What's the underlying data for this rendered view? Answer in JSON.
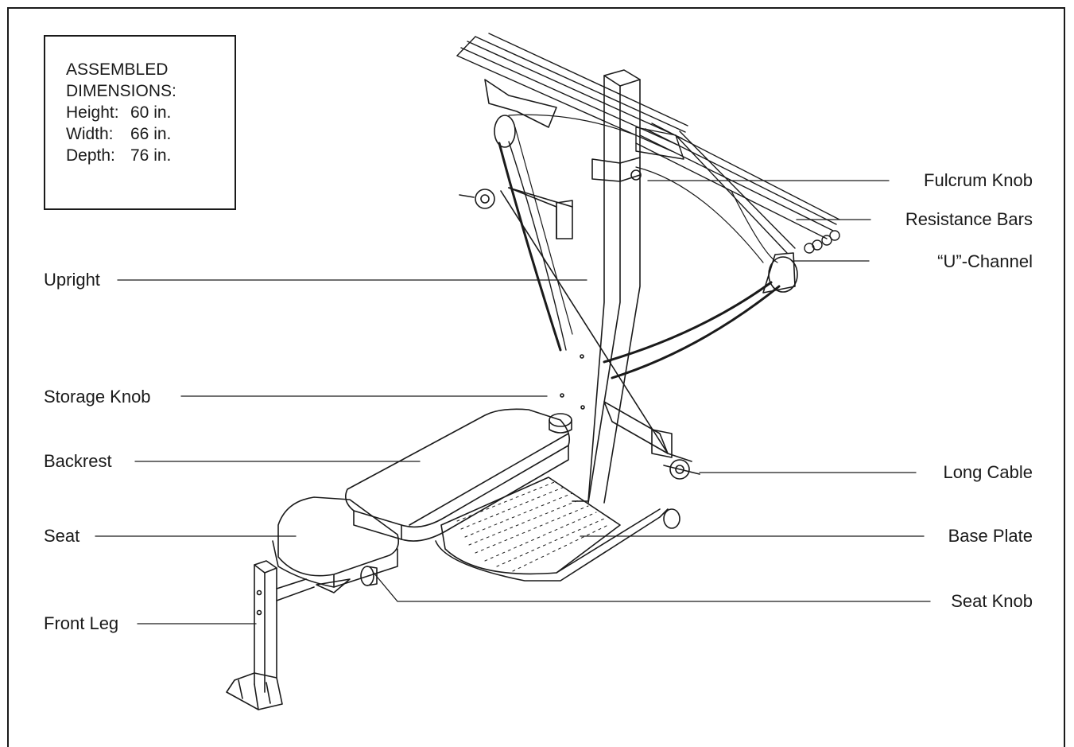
{
  "dimensions_box": {
    "line1": "ASSEMBLED",
    "line2": "DIMENSIONS:",
    "rows": [
      {
        "label": "Height:",
        "value": "60 in."
      },
      {
        "label": "Width:",
        "value": "66 in."
      },
      {
        "label": "Depth:",
        "value": "76 in."
      }
    ]
  },
  "labels": {
    "upright": "Upright",
    "storage_knob": "Storage Knob",
    "backrest": "Backrest",
    "seat": "Seat",
    "front_leg": "Front Leg",
    "fulcrum_knob": "Fulcrum Knob",
    "resistance_bars": "Resistance Bars",
    "u_channel": "“U”-Channel",
    "long_cable": "Long Cable",
    "base_plate": "Base Plate",
    "seat_knob": "Seat Knob"
  }
}
